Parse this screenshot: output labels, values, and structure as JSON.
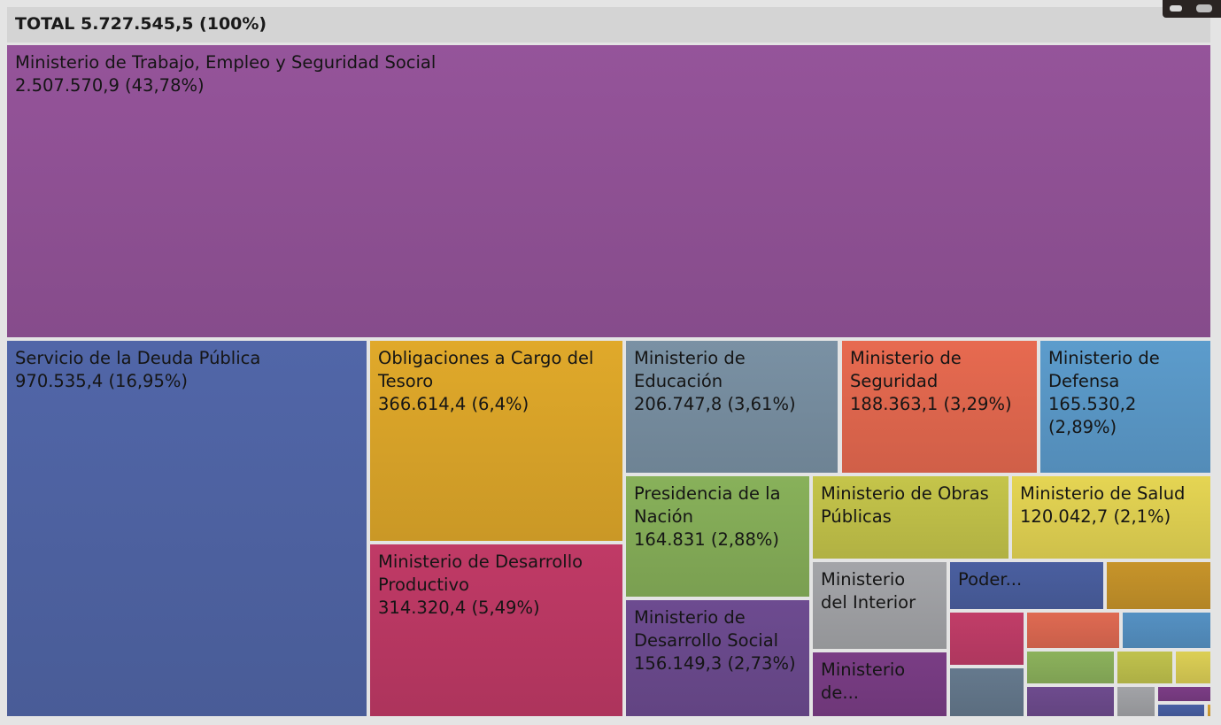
{
  "header": {
    "total_label": "TOTAL 5.727.545,5 (100%)"
  },
  "chart_data": {
    "type": "treemap",
    "total": {
      "label": "TOTAL",
      "value": 5727545.5,
      "percent": 100
    },
    "nodes": [
      {
        "id": "trabajo",
        "name": "Ministerio de Trabajo, Empleo y Seguridad Social",
        "value_text": "2.507.570,9 (43,78%)",
        "value": 2507570.9,
        "percent": 43.78,
        "color": "#95549a"
      },
      {
        "id": "deuda",
        "name": "Servicio de la Deuda Pública",
        "value_text": "970.535,4 (16,95%)",
        "value": 970535.4,
        "percent": 16.95,
        "color": "#5166a8"
      },
      {
        "id": "tesoro",
        "name": "Obligaciones a Cargo del Tesoro",
        "value_text": "366.614,4 (6,4%)",
        "value": 366614.4,
        "percent": 6.4,
        "color": "#e0a92a"
      },
      {
        "id": "desprod",
        "name": "Ministerio de Desarrollo Productivo",
        "value_text": "314.320,4 (5,49%)",
        "value": 314320.4,
        "percent": 5.49,
        "color": "#c03a66"
      },
      {
        "id": "educacion",
        "name": "Ministerio de Educación",
        "value_text": "206.747,8 (3,61%)",
        "value": 206747.8,
        "percent": 3.61,
        "color": "#7a91a4"
      },
      {
        "id": "seguridad",
        "name": "Ministerio de Seguridad",
        "value_text": "188.363,1 (3,29%)",
        "value": 188363.1,
        "percent": 3.29,
        "color": "#e76a50"
      },
      {
        "id": "defensa",
        "name": "Ministerio de Defensa",
        "value_text": "165.530,2 (2,89%)",
        "value": 165530.2,
        "percent": 2.89,
        "color": "#5c9ccc"
      },
      {
        "id": "presidencia",
        "name": "Presidencia de la Nación",
        "value_text": "164.831 (2,88%)",
        "value": 164831,
        "percent": 2.88,
        "color": "#88b15a"
      },
      {
        "id": "dessocial",
        "name": "Ministerio de Desarrollo Social",
        "value_text": "156.149,3 (2,73%)",
        "value": 156149.3,
        "percent": 2.73,
        "color": "#6d4b90"
      },
      {
        "id": "obras",
        "name": "Ministerio de Obras Públicas",
        "value_text": "",
        "value": null,
        "percent": null,
        "color": "#c5c54a"
      },
      {
        "id": "salud",
        "name": "Ministerio de Salud",
        "value_text": "120.042,7 (2,1%)",
        "value": 120042.7,
        "percent": 2.1,
        "color": "#e5d553"
      },
      {
        "id": "interior",
        "name": "Ministerio del Interior",
        "value_text": "",
        "value": null,
        "percent": null,
        "color": "#a4a5a9"
      },
      {
        "id": "ministerio_de",
        "name": "Ministerio de...",
        "value_text": "",
        "value": null,
        "percent": null,
        "color": "#7a3d85"
      },
      {
        "id": "poder",
        "name": "Poder...",
        "value_text": "",
        "value": null,
        "percent": null,
        "color": "#4a5fa0"
      },
      {
        "id": "small_1",
        "name": "",
        "value_text": "",
        "value": null,
        "percent": null,
        "color": "#c7942a"
      },
      {
        "id": "small_2",
        "name": "",
        "value_text": "",
        "value": null,
        "percent": null,
        "color": "#c13d68"
      },
      {
        "id": "small_3",
        "name": "",
        "value_text": "",
        "value": null,
        "percent": null,
        "color": "#df6a52"
      },
      {
        "id": "small_4",
        "name": "",
        "value_text": "",
        "value": null,
        "percent": null,
        "color": "#5591c3"
      },
      {
        "id": "small_5",
        "name": "",
        "value_text": "",
        "value": null,
        "percent": null,
        "color": "#8cb25c"
      },
      {
        "id": "small_6",
        "name": "",
        "value_text": "",
        "value": null,
        "percent": null,
        "color": "#c0c24d"
      },
      {
        "id": "small_7",
        "name": "",
        "value_text": "",
        "value": null,
        "percent": null,
        "color": "#dccf55"
      },
      {
        "id": "small_8",
        "name": "",
        "value_text": "",
        "value": null,
        "percent": null,
        "color": "#65798d"
      },
      {
        "id": "small_9",
        "name": "",
        "value_text": "",
        "value": null,
        "percent": null,
        "color": "#6e4b8e"
      },
      {
        "id": "small_10",
        "name": "",
        "value_text": "",
        "value": null,
        "percent": null,
        "color": "#a2a3a7"
      },
      {
        "id": "small_11",
        "name": "",
        "value_text": "",
        "value": null,
        "percent": null,
        "color": "#7c3d86"
      },
      {
        "id": "small_12",
        "name": "",
        "value_text": "",
        "value": null,
        "percent": null,
        "color": "#4860a4"
      },
      {
        "id": "small_13",
        "name": "",
        "value_text": "",
        "value": null,
        "percent": null,
        "color": "#d6a233"
      }
    ]
  }
}
